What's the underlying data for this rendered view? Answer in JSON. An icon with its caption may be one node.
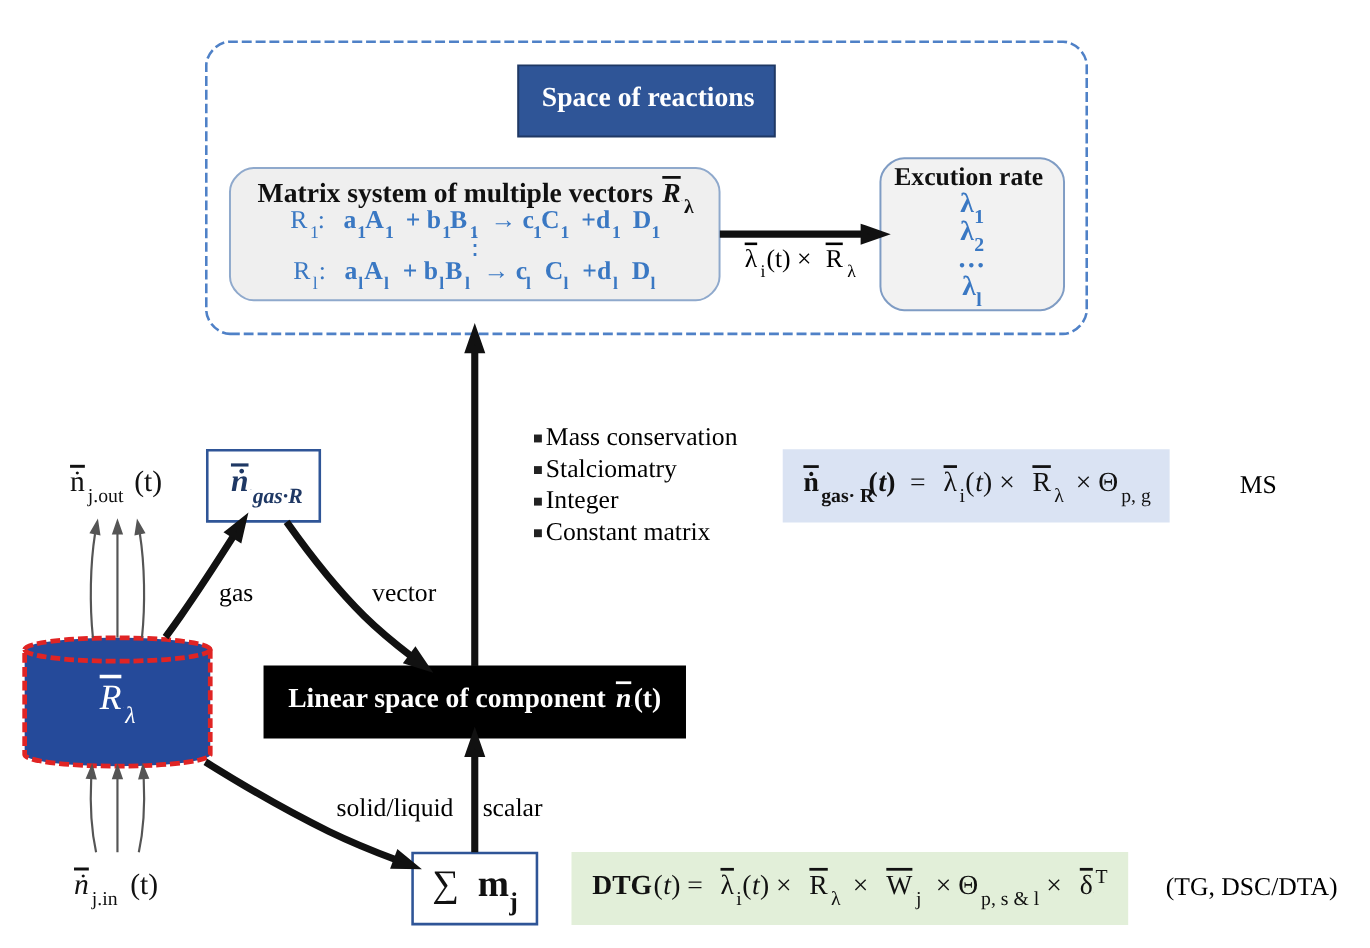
{
  "diagram": {
    "nodes": [
      {
        "text": [],
        "shape": "box"
      },
      {
        "text": [
          "Matrix system of multiple vectors *R⃗*$_{λ}$",
          "R$_{1}$:  **a$_{1}$A$_{1}$ + b$_{1}$B$_{1}$ → c$_{1}$C$_{1}$ +d$_{1}$ D$_{1}$**",
          "⋮",
          "R$_{l}$:  **a$_{l}$A$_{l}$ + b$_{l}$B$_{l}$ → c$_{l}$ C$_{l}$ +d$_{l}$ D$_{l}$**"
        ],
        "in": 0
      },
      {
        "text": [
          "Space of reactions"
        ],
        "in": 0
      },
      {
        "text": [
          "Excution rate",
          "λ$_{1}$",
          "λ$_{2}$",
          "…",
          "λ$_{l}$"
        ],
        "in": 0
      },
      {
        "text": [
          "ṅ⃗$_{j.out}$ (t)"
        ]
      },
      {
        "text": [
          "ṅ⃗$_{gas·R}$"
        ]
      },
      {
        "text": [
          "R⃗$_{λ}$"
        ]
      },
      {
        "text": [
          "**ṅ⃗$_{gas· R}$(*t*)** = λ⃗$_{i}$(*t*) × R⃗$_{λ}$ × Θ$_{p, g}$"
        ]
      },
      {
        "text": [
          "Linear space of component *n⃗*(t)"
        ]
      },
      {
        "text": [
          "∑ **m$_{j}$**"
        ]
      },
      {
        "text": [
          "**DTG**(*t*) = λ⃗$_{i}$(*t*) × R⃗$_{λ}$ × W⃗$_{j}$ × Θ$_{p, s & l}$ × δ⃗$^{T}$"
        ]
      },
      {
        "text": [
          "*ṅ⃗*$_{j.in}$ (t)"
        ]
      }
    ],
    "edges": [
      {
        "from": 1,
        "to": 3,
        "arrow": "to",
        "label": "λ⃗$_{i}$(t) × R⃗$_{λ}$",
        "style": "thick"
      },
      {
        "from": 6,
        "to": 4,
        "arrow": "to"
      },
      {
        "from": 6,
        "to": 4,
        "arrow": "to"
      },
      {
        "from": 6,
        "to": 4,
        "arrow": "to"
      },
      {
        "from": 6,
        "to": 5,
        "arrow": "to",
        "label": "gas",
        "style": "thick"
      },
      {
        "from": 5,
        "to": 8,
        "arrow": "to",
        "label": "vector",
        "style": "thick"
      },
      {
        "from": 6,
        "to": 9,
        "arrow": "to",
        "label": "solid/liquid",
        "style": "thick"
      },
      {
        "from": 9,
        "to": 8,
        "arrow": "to",
        "label": "scalar",
        "style": "thick"
      },
      {
        "from": 8,
        "to": 0,
        "arrow": "to",
        "style": "thick"
      },
      {
        "from": 11,
        "to": 6,
        "arrow": "to"
      },
      {
        "from": 11,
        "to": 6,
        "arrow": "to"
      },
      {
        "from": 11,
        "to": 6,
        "arrow": "to"
      }
    ],
    "labels": [
      "MS",
      "(TG, DSC/DTA)",
      "Mass conservation",
      "Stalciomatry",
      "Integer",
      "Constant matrix"
    ]
  }
}
